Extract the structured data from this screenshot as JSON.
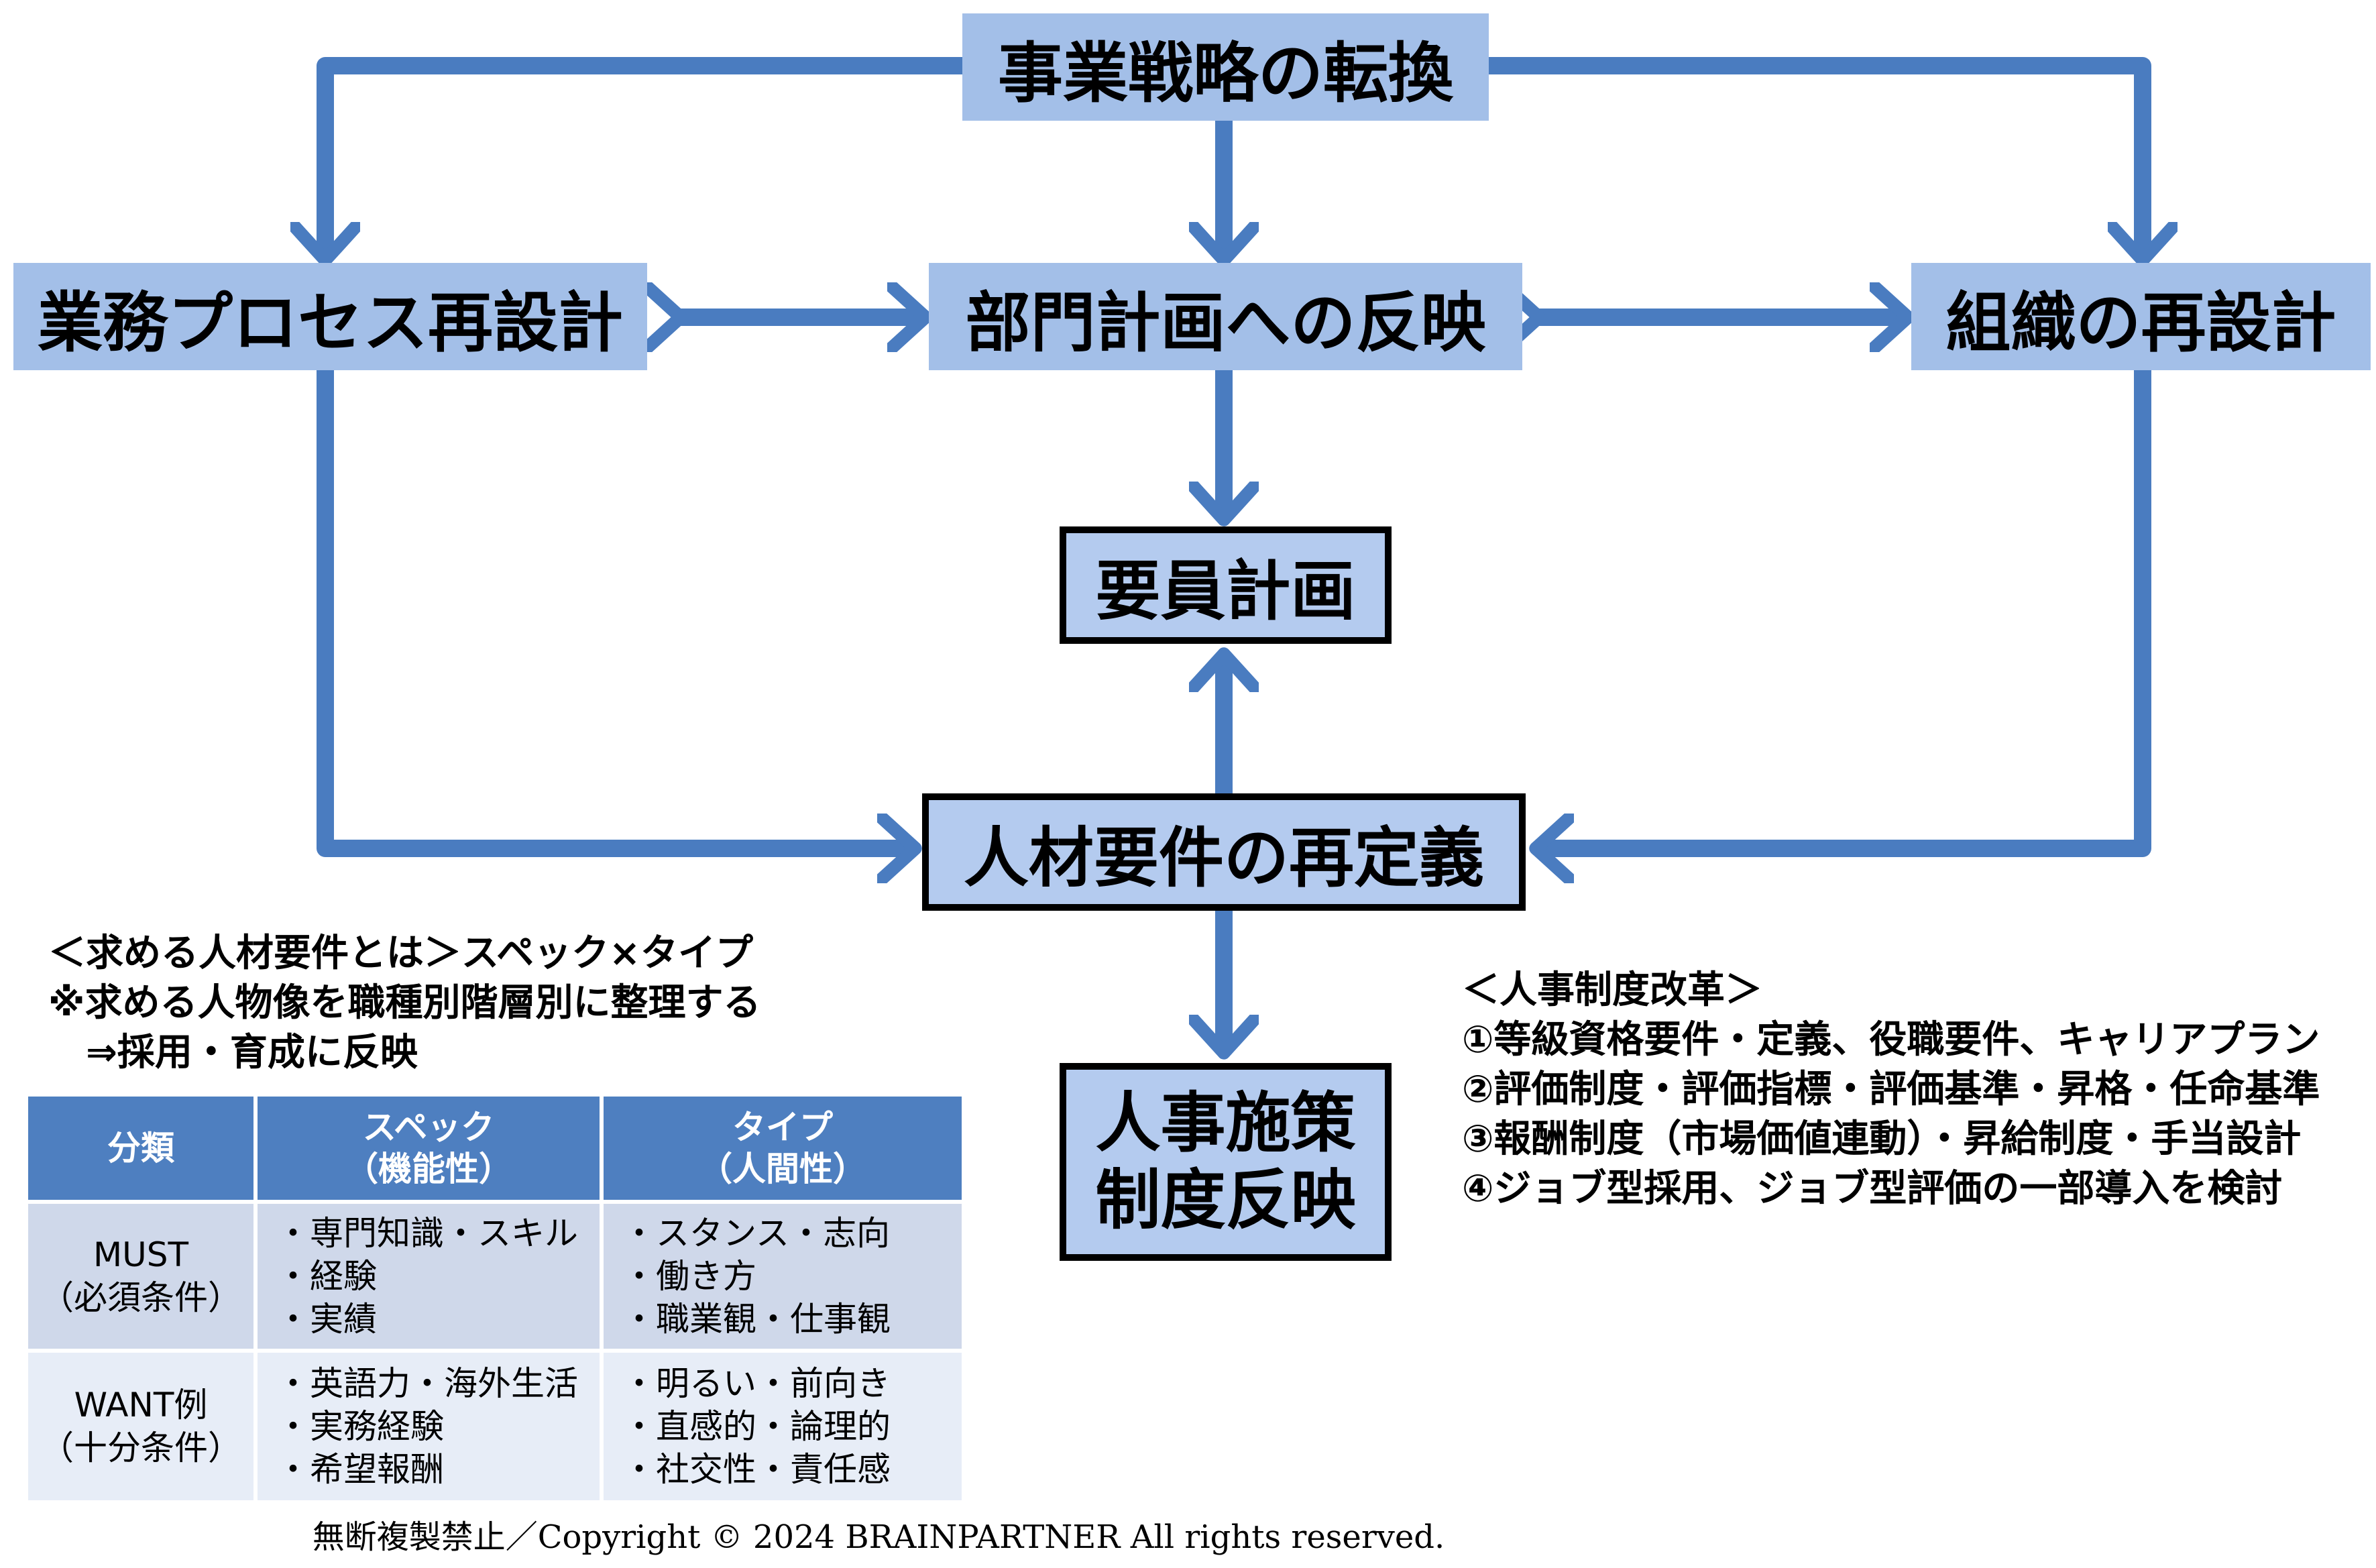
{
  "nodes": {
    "strategy": "事業戦略の転換",
    "process": "業務プロセス再設計",
    "dept": "部門計画への反映",
    "org": "組織の再設計",
    "staffing": "要員計画",
    "talent": "人材要件の再定義",
    "hr_line1": "人事施策",
    "hr_line2": "制度反映"
  },
  "left_notes": [
    "＜求める人材要件とは＞スペック×タイプ",
    "※求める人物像を職種別階層別に整理する",
    "　⇒採用・育成に反映"
  ],
  "right_notes": [
    "＜人事制度改革＞",
    " ①等級資格要件・定義、役職要件、キャリアプラン",
    " ②評価制度・評価指標・評価基準・昇格・任命基準",
    " ③報酬制度（市場価値連動）・昇給制度・手当設計",
    " ④ジョブ型採用、ジョブ型評価の一部導入を検討"
  ],
  "table": {
    "headers": [
      [
        "分類"
      ],
      [
        "スペック",
        "（機能性）"
      ],
      [
        "タイプ",
        "（人間性）"
      ]
    ],
    "rows": [
      {
        "category": [
          "MUST",
          "（必須条件）"
        ],
        "spec": [
          "・専門知識・スキル",
          "・経験",
          "・実績"
        ],
        "type": [
          "・スタンス・志向",
          "・働き方",
          "・職業観・仕事観"
        ]
      },
      {
        "category": [
          "WANT例",
          "（十分条件）"
        ],
        "spec": [
          "・英語力・海外生活",
          "・実務経験",
          "・希望報酬"
        ],
        "type": [
          "・明るい・前向き",
          "・直感的・論理的",
          "・社交性・責任感"
        ]
      }
    ]
  },
  "footer": {
    "copyright": "無断複製禁止／Copyright © 2024 BRAINPARTNER All rights reserved."
  },
  "colors": {
    "arrow": "#4a7cc0",
    "node_fill": "#a3bfe8",
    "table_header": "#4e7fc0",
    "table_row_must": "#cfd8ea",
    "table_row_want": "#e7edf7"
  }
}
